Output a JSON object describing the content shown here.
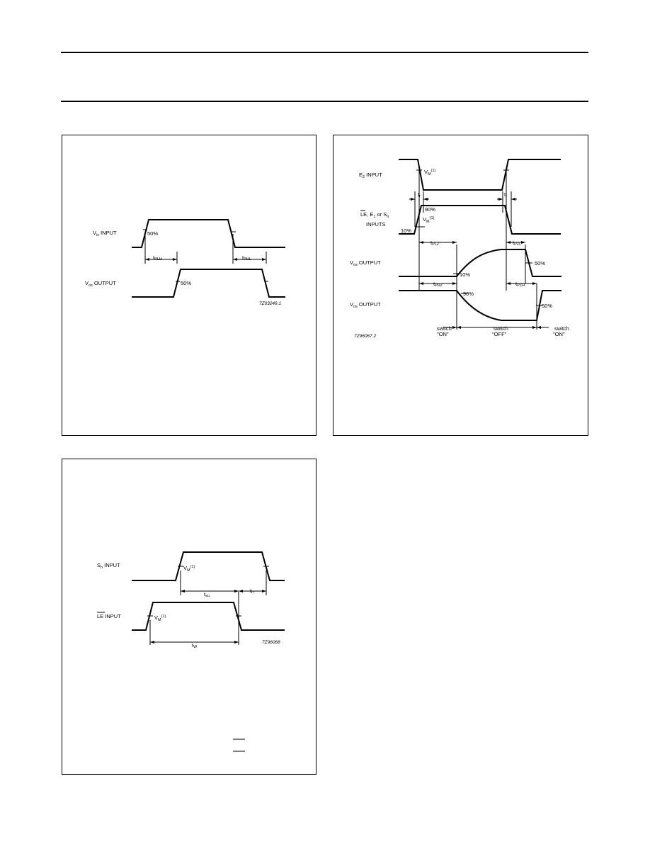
{
  "fig1": {
    "vi_label": "V",
    "vi_sub": "is",
    "vi_suffix": "INPUT",
    "vo_label": "V",
    "vo_sub": "os",
    "vo_suffix": "OUTPUT",
    "pct_in": "50%",
    "pct_out": "50%",
    "t_plh": "t",
    "t_plh_sub": "PLH",
    "t_phl": "t",
    "t_phl_sub": "PHL",
    "code": "7Z03249.1"
  },
  "fig2": {
    "e2_label": "E",
    "e2_sub": "2",
    "e2_suffix": "INPUT",
    "le_label": "LE, E",
    "le_sub": "1",
    "le_mid": "or S",
    "le_sub2": "n",
    "inputs_label": "INPUTS",
    "vm1": "V",
    "vm1_sub": "M",
    "vm1_note": "(1)",
    "vm2": "V",
    "vm2_sub": "M",
    "vm2_note": "(1)",
    "tr_left": "t",
    "tr_left_sub": "r",
    "tr_right": "t",
    "tr_right_sub": "r",
    "pct90_top": "90%",
    "pct10_left": "10%",
    "t_plz": "t",
    "t_plz_sub": "PLZ",
    "t_pzl": "t",
    "t_pzl_sub": "PZL",
    "out1_label": "V",
    "out1_sub": "os",
    "out1_suffix": "OUTPUT",
    "pct10_out": "10%",
    "pct50_out1": "50%",
    "t_phz": "t",
    "t_phz_sub": "PHZ",
    "t_pzh": "t",
    "t_pzh_sub": "PZH",
    "out2_label": "V",
    "out2_sub": "os",
    "out2_suffix": "OUTPUT",
    "pct90_out": "90%",
    "pct50_out2": "50%",
    "switch_on_left_1": "switch",
    "switch_on_left_2": "\"ON\"",
    "switch_off_1": "switch",
    "switch_off_2": "\"OFF\"",
    "switch_on_right_1": "switch",
    "switch_on_right_2": "\"ON\"",
    "code": "7Z96067.2"
  },
  "fig3": {
    "sn_label": "S",
    "sn_sub": "n",
    "sn_suffix": "INPUT",
    "le_label": "LE",
    "le_suffix": "INPUT",
    "vm_a": "V",
    "vm_a_sub": "M",
    "vm_a_note": "(1)",
    "vm_b": "V",
    "vm_b_sub": "M",
    "vm_b_note": "(1)",
    "t_su": "t",
    "t_su_sub": "su",
    "t_h": "t",
    "t_h_sub": "h",
    "t_w": "t",
    "t_w_sub": "W",
    "code": "7Z96068"
  }
}
